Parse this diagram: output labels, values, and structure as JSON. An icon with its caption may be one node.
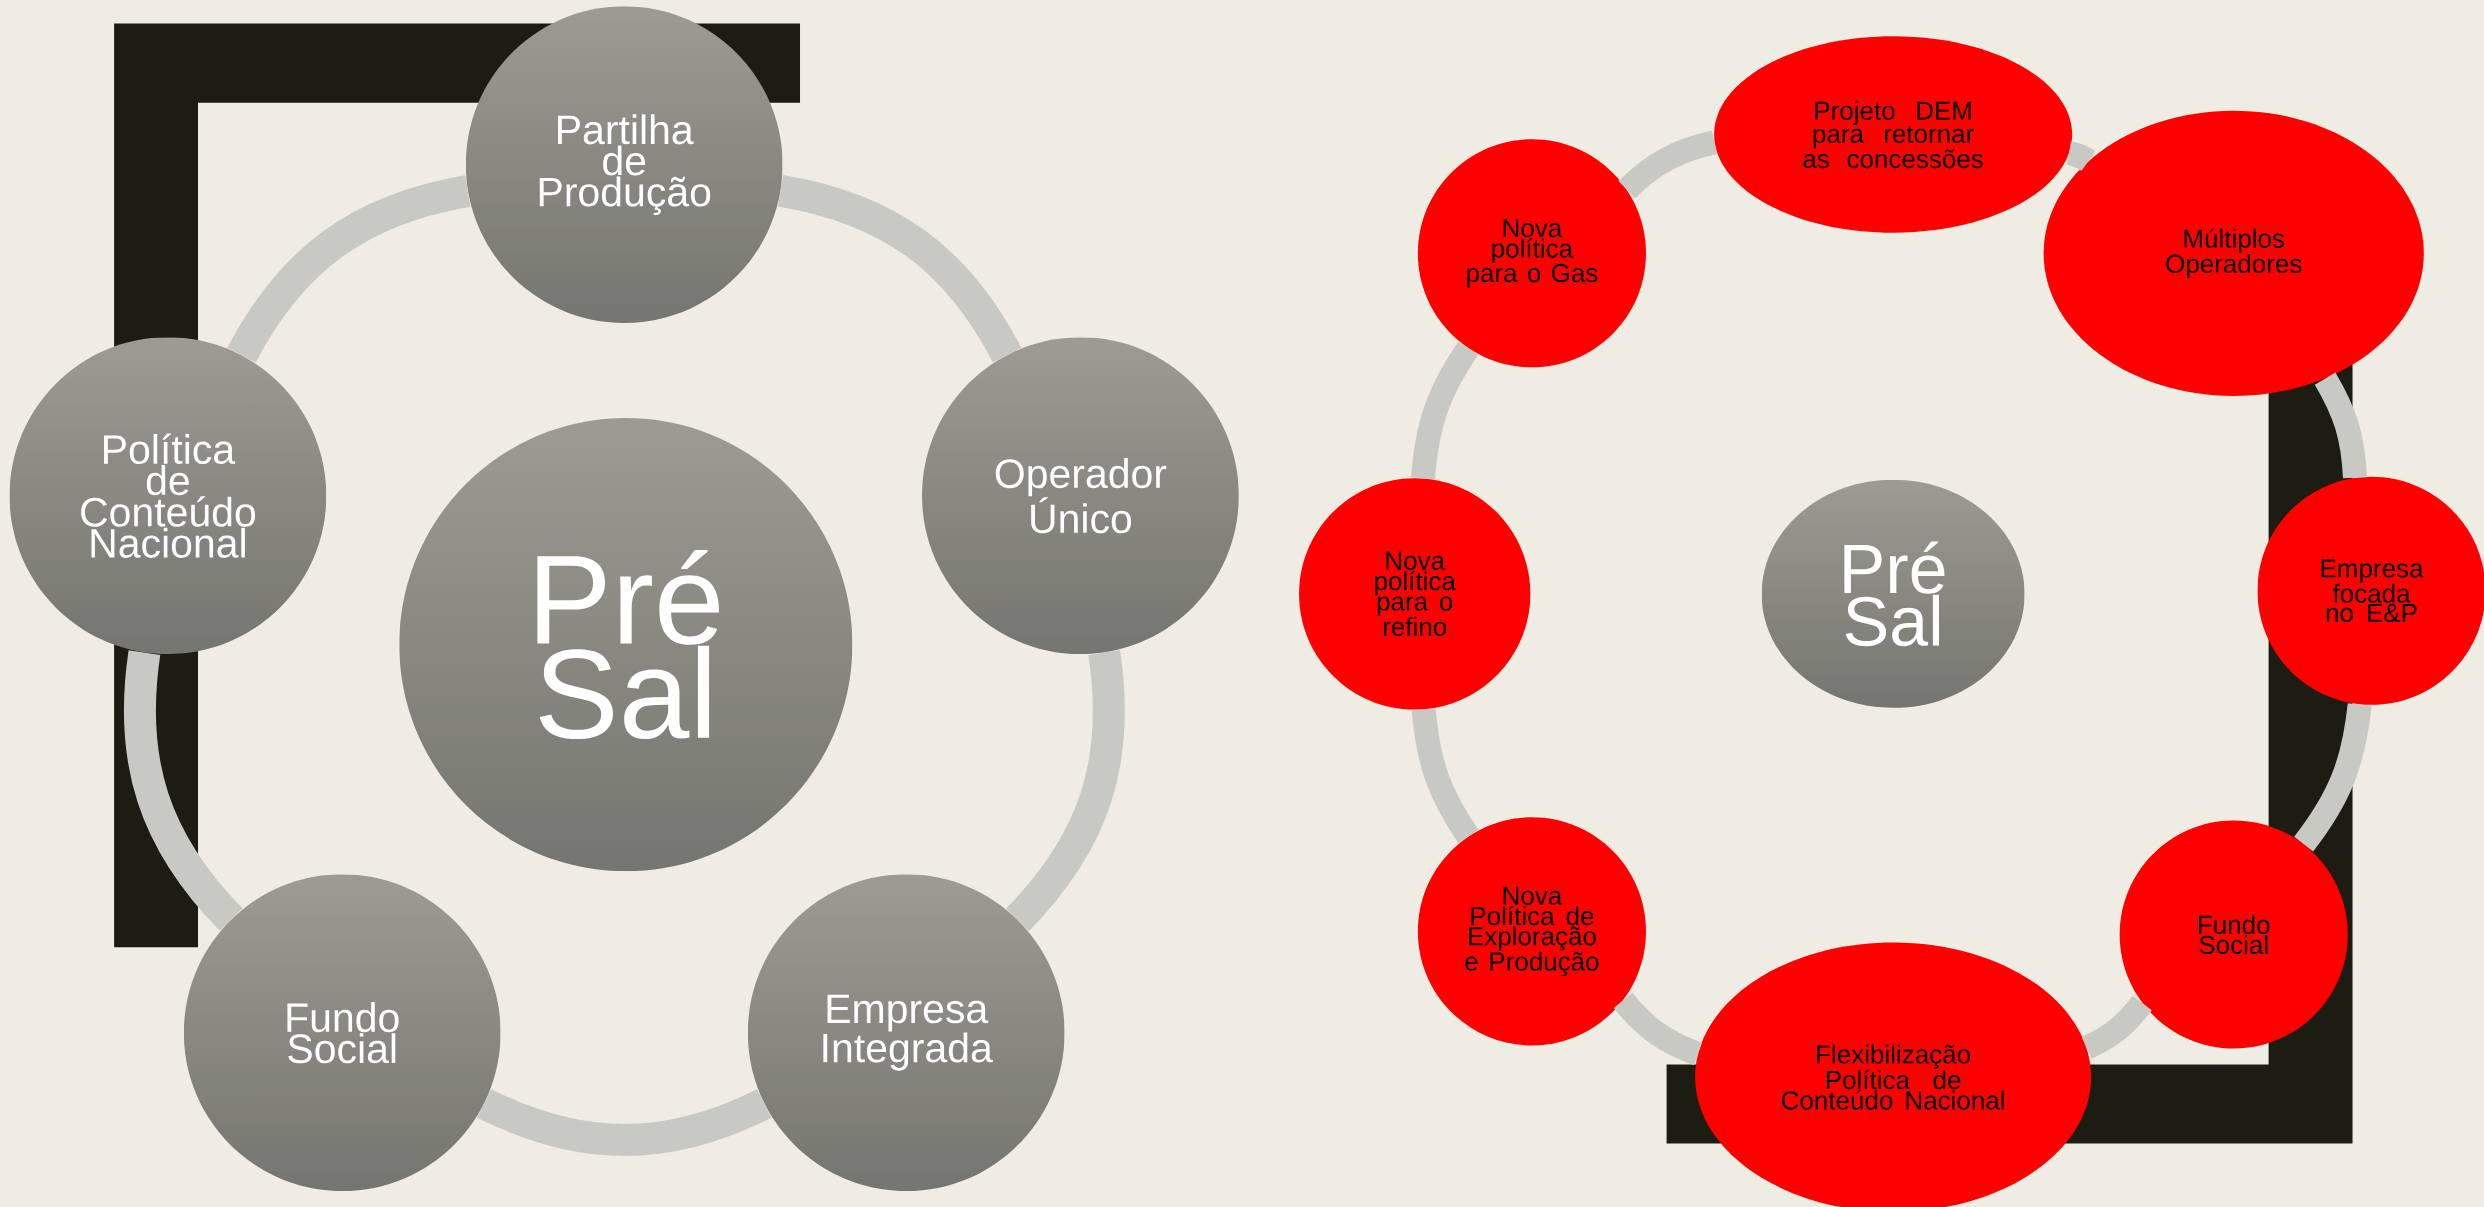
{
  "diagram": {
    "nodes": [
      {
        "text": [
          "Partilha de Produção"
        ]
      },
      {
        "text": [
          "Operador Único"
        ]
      },
      {
        "text": [
          "Empresa Integrada"
        ]
      },
      {
        "text": [
          "Fundo Social"
        ]
      },
      {
        "text": [
          "Política de Conteúdo Nacional"
        ]
      },
      {
        "text": [
          "Pré Sal"
        ]
      },
      {
        "text": [
          "Projeto DEM para retornar as concessões"
        ]
      },
      {
        "text": [
          "Múltiplos Operadores"
        ]
      },
      {
        "text": [
          "Empresa focada no E&P"
        ]
      },
      {
        "text": [
          "Fundo Social"
        ]
      },
      {
        "text": [
          "Flexibilização Política de Conteúdo Nacional"
        ]
      },
      {
        "text": [
          "Nova Política de Exploração e Produção"
        ]
      },
      {
        "text": [
          "Nova política para o refino"
        ]
      },
      {
        "text": [
          "Nova política para o Gas"
        ]
      },
      {
        "text": [
          "Pré Sal"
        ]
      }
    ],
    "edges": [
      {
        "from": 0,
        "to": 1,
        "arrow": "none"
      },
      {
        "from": 1,
        "to": 2,
        "arrow": "none"
      },
      {
        "from": 2,
        "to": 3,
        "arrow": "none"
      },
      {
        "from": 3,
        "to": 4,
        "arrow": "none"
      },
      {
        "from": 4,
        "to": 0,
        "arrow": "none"
      },
      {
        "from": 6,
        "to": 7,
        "arrow": "none"
      },
      {
        "from": 7,
        "to": 8,
        "arrow": "none"
      },
      {
        "from": 8,
        "to": 9,
        "arrow": "none"
      },
      {
        "from": 9,
        "to": 10,
        "arrow": "none"
      },
      {
        "from": 10,
        "to": 11,
        "arrow": "none"
      },
      {
        "from": 11,
        "to": 12,
        "arrow": "none"
      },
      {
        "from": 12,
        "to": 13,
        "arrow": "none"
      },
      {
        "from": 13,
        "to": 6,
        "arrow": "none"
      }
    ]
  }
}
